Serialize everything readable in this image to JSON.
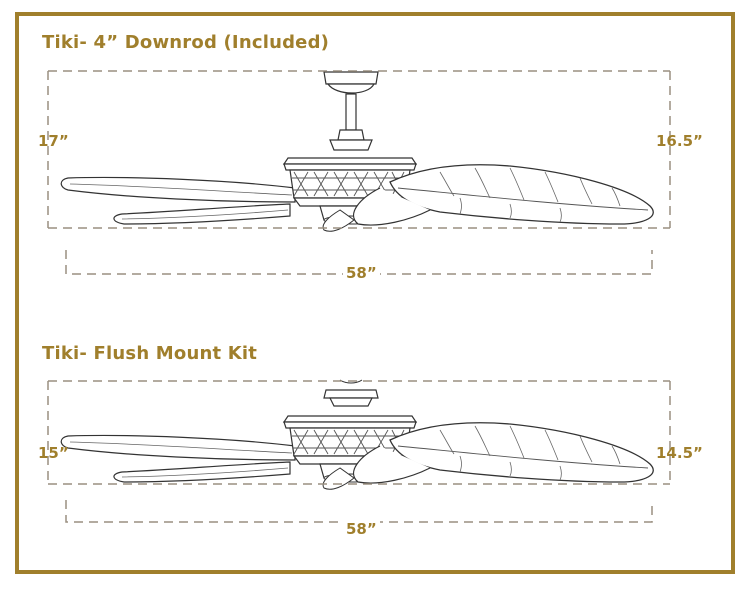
{
  "colors": {
    "accent": "#a07f2c",
    "line": "#333333",
    "dash": "#9a8f80"
  },
  "diagram_top": {
    "title": "Tiki- 4” Downrod (Included)",
    "height_left": "17”",
    "height_right": "16.5”",
    "width": "58”"
  },
  "diagram_bottom": {
    "title": "Tiki- Flush Mount Kit",
    "height_left": "15”",
    "height_right": "14.5”",
    "width": "58”"
  }
}
